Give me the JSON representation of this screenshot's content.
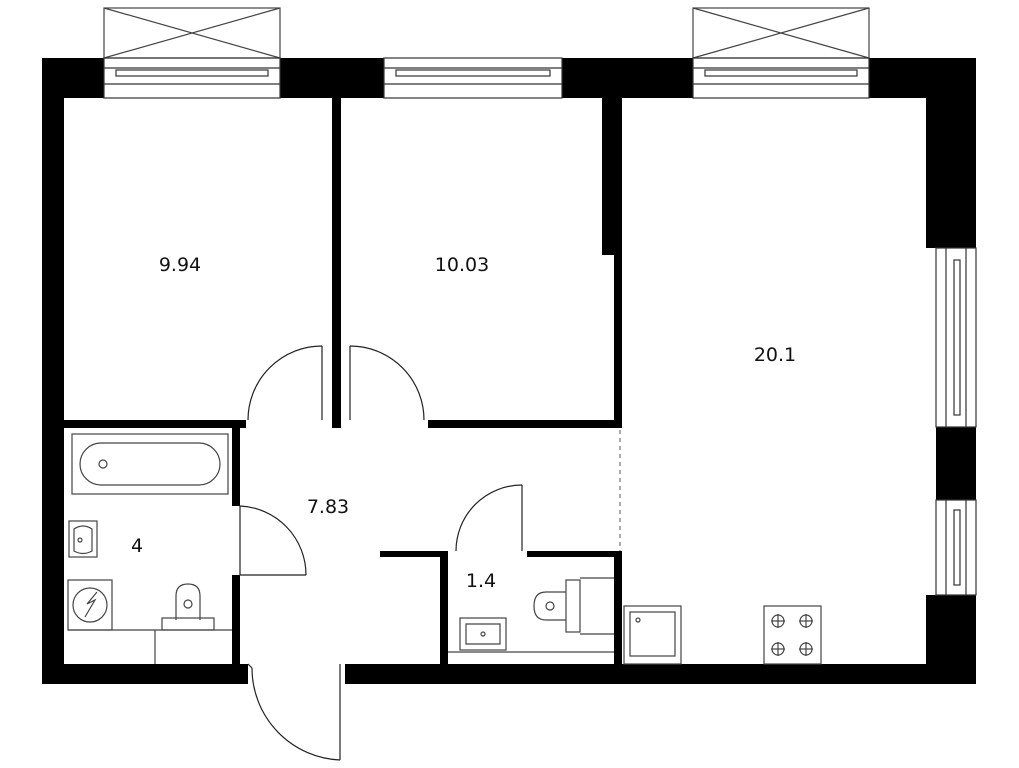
{
  "floor_plan": {
    "colors": {
      "wall": "#000000",
      "line": "#222222",
      "fixture": "#555555",
      "background": "#ffffff"
    },
    "rooms": [
      {
        "id": "bedroom-1",
        "area": "9.94"
      },
      {
        "id": "bedroom-2",
        "area": "10.03"
      },
      {
        "id": "living-kitchen",
        "area": "20.1"
      },
      {
        "id": "hallway",
        "area": "7.83"
      },
      {
        "id": "bathroom",
        "area": "4"
      },
      {
        "id": "wc",
        "area": "1.4"
      }
    ],
    "fixtures": [
      "bathtub",
      "washbasin",
      "washing-machine",
      "toilet",
      "kitchen-sink",
      "cooktop"
    ]
  }
}
